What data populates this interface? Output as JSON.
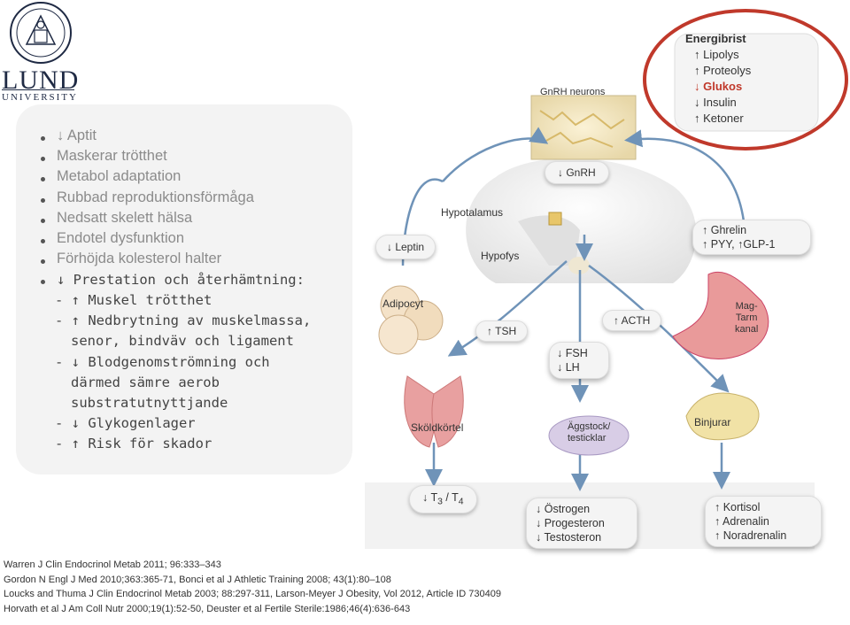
{
  "logo": {
    "word": "LUND",
    "sub": "UNIVERSITY"
  },
  "left_panel": {
    "items": [
      {
        "text": "↓ Aptit"
      },
      {
        "text": "Maskerar trötthet"
      },
      {
        "text": "Metabol adaptation"
      },
      {
        "text": "Rubbad reproduktionsförmåga"
      },
      {
        "text": "Nedsatt skelett hälsa"
      },
      {
        "text": "Endotel dysfunktion"
      },
      {
        "text": "Förhöjda kolesterol halter"
      },
      {
        "text": "↓ Prestation och återhämtning:"
      }
    ],
    "sub_items": [
      "- ↑ Muskel trötthet",
      "- ↑ Nedbrytning av muskelmassa,",
      "senor, bindväv och ligament",
      "- ↓ Blodgenomströmning och",
      "därmed sämre aerob",
      "substratutnyttjande",
      "- ↓ Glykogenlager",
      "- ↑ Risk för skador"
    ]
  },
  "energy": {
    "title": "Energibrist",
    "lines": [
      "↑ Lipolys",
      "↑ Proteolys",
      "↓ Glukos",
      "↓ Insulin",
      "↑ Ketoner"
    ],
    "highlight_color": "#c0392b"
  },
  "diagram": {
    "gnrh_neurons": "GnRH neurons",
    "gnrh": "↓ GnRH",
    "hypotalamus": "Hypotalamus",
    "hypofys": "Hypofys",
    "leptin": "↓ Leptin",
    "adipocyt": "Adipocyt",
    "tsh": "↑ TSH",
    "acth": "↑ ACTH",
    "fsh": "↓ FSH",
    "lh": "↓ LH",
    "ghrelin": "↑ Ghrelin",
    "pyy": "↑ PYY, ↑GLP-1",
    "magtarm": [
      "Mag-",
      "Tarm",
      "kanal"
    ],
    "skoldkortel": "Sköldkörtel",
    "aggstock": [
      "Äggstock/",
      "testicklar"
    ],
    "binjurar": "Binjurar",
    "t3t4": {
      "arrow": "↓ T",
      "s3": "3",
      "slash": " / T",
      "s4": "4"
    },
    "ostrogen": [
      "↓ Östrogen",
      "↓ Progesteron",
      "↓ Testosteron"
    ],
    "kortisol": [
      "↑ Kortisol",
      "↑ Adrenalin",
      "↑ Noradrenalin"
    ]
  },
  "references": [
    "Warren J Clin Endocrinol Metab 2011; 96:333–343",
    "Gordon N Engl J Med 2010;363:365-71, Bonci et al J Athletic Training 2008; 43(1):80–108",
    "Loucks and Thuma J Clin Endocrinol Metab 2003; 88:297-311, Larson-Meyer J Obesity, Vol 2012, Article ID 730409",
    "Horvath et al J Am Coll Nutr 2000;19(1):52-50, Deuster et al Fertile Sterile:1986;46(4):636-643"
  ]
}
